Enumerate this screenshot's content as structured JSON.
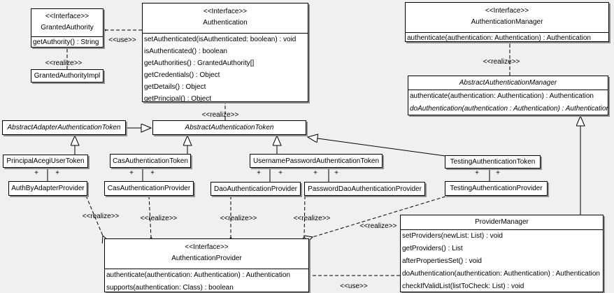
{
  "diagram": {
    "background": "#f0f0f0",
    "box_fill": "#ffffff",
    "line_color": "#000000",
    "shadow_color": "#8f8f8f"
  },
  "labels": {
    "realize": "<<realize>>",
    "use": "<<use>>",
    "plus": "+"
  },
  "classes": {
    "granted_authority": {
      "stereotype": "<<Interface>>",
      "name": "GrantedAuthority",
      "methods": [
        "getAuthority() : String"
      ]
    },
    "granted_authority_impl": {
      "name": "GrantedAuthorityImpl"
    },
    "authentication": {
      "stereotype": "<<Interface>>",
      "name": "Authentication",
      "methods": [
        "setAuthenticated(isAuthenticated: boolean) : void",
        "isAuthenticated() : boolean",
        "getAuthorities() : GrantedAuthority[]",
        "getCredentials() : Object",
        "getDetails() : Object",
        "getPrincipal() : Object"
      ]
    },
    "authentication_manager": {
      "stereotype": "<<Interface>>",
      "name": "AuthenticationManager",
      "methods": [
        "authenticate(authentication: Authentication) : Authentication"
      ]
    },
    "abstract_authentication_manager": {
      "name": "AbstractAuthenticationManager",
      "methods": [
        "authenticate(authentication: Authentication) : Authentication",
        "doAuthentication(authentication : Authentication) : Authentication"
      ]
    },
    "abstract_adapter_authentication_token": {
      "name": "AbstractAdapterAuthenticationToken"
    },
    "abstract_authentication_token": {
      "name": "AbstractAuthenticationToken"
    },
    "principal_acegi_user_token": {
      "name": "PrincipalAcegiUserToken"
    },
    "cas_authentication_token": {
      "name": "CasAuthenticationToken"
    },
    "username_password_authentication_token": {
      "name": "UsernamePasswordAuthenticationToken"
    },
    "testing_authentication_token": {
      "name": "TestingAuthenticationToken"
    },
    "auth_by_adapter_provider": {
      "name": "AuthByAdapterProvider"
    },
    "cas_authentication_provider": {
      "name": "CasAuthenticationProvider"
    },
    "dao_authentication_provider": {
      "name": "DaoAuthenticationProvider"
    },
    "password_dao_authentication_provider": {
      "name": "PasswordDaoAuthenticationProvider"
    },
    "testing_authentication_provider": {
      "name": "TestingAuthenticationProvider"
    },
    "authentication_provider": {
      "stereotype": "<<Interface>>",
      "name": "AuthenticationProvider",
      "methods": [
        "authenticate(authentication: Authentication) : Authentication",
        "supports(authentication: Class) : boolean"
      ]
    },
    "provider_manager": {
      "name": "ProviderManager",
      "methods": [
        "setProviders(newList: List) : void",
        "getProviders() : List",
        "afterPropertiesSet() : void",
        "doAuthentication(authentication: Authentication) : Authentication",
        "checkIfValidList(listToCheck: List) : void"
      ]
    }
  }
}
